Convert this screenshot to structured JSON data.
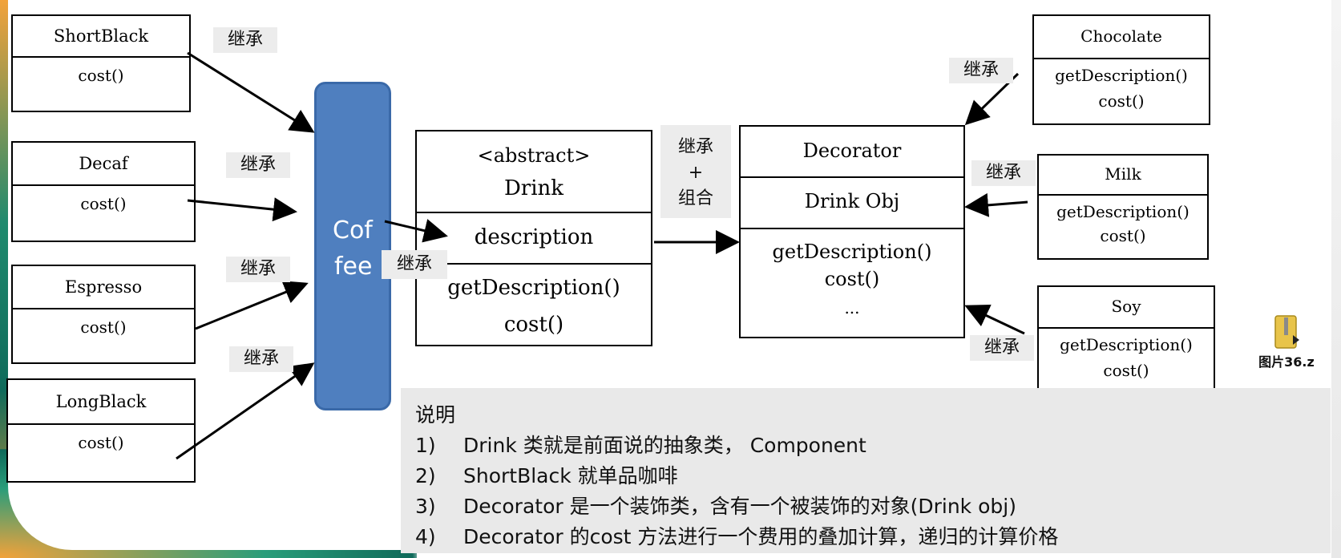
{
  "classes": {
    "shortblack": {
      "name": "ShortBlack",
      "methods": "cost()"
    },
    "decaf": {
      "name": "Decaf",
      "methods": "cost()"
    },
    "espresso": {
      "name": "Espresso",
      "methods": "cost()"
    },
    "longblack": {
      "name": "LongBlack",
      "methods": "cost()"
    },
    "coffee": {
      "line1": "Cof",
      "line2": "fee"
    },
    "drink": {
      "stereotype": "<abstract>",
      "name": "Drink",
      "field": "description",
      "method1": "getDescription()",
      "method2": "cost()"
    },
    "decorator": {
      "name": "Decorator",
      "field": "Drink Obj",
      "method1": "getDescription()",
      "method2": "cost()",
      "method3": "..."
    },
    "chocolate": {
      "name": "Chocolate",
      "method1": "getDescription()",
      "method2": "cost()"
    },
    "milk": {
      "name": "Milk",
      "method1": "getDescription()",
      "method2": "cost()"
    },
    "soy": {
      "name": "Soy",
      "method1": "getDescription()",
      "method2": "cost()"
    }
  },
  "labels": {
    "inherit": "继承",
    "inherit_compose_1": "继承",
    "inherit_compose_2": "+",
    "inherit_compose_3": "组合"
  },
  "note": {
    "title": "说明",
    "items": [
      {
        "num": "1)",
        "text": "Drink 类就是前面说的抽象类，  Component"
      },
      {
        "num": "2)",
        "text": "ShortBlack 就单品咖啡"
      },
      {
        "num": "3)",
        "text": "Decorator 是一个装饰类，含有一个被装饰的对象(Drink obj)"
      },
      {
        "num": "4)",
        "text": "Decorator 的cost 方法进行一个费用的叠加计算，递归的计算价格"
      }
    ]
  },
  "attachment": {
    "file_name": "图片36.z",
    "icon": "zip-folder-icon"
  }
}
